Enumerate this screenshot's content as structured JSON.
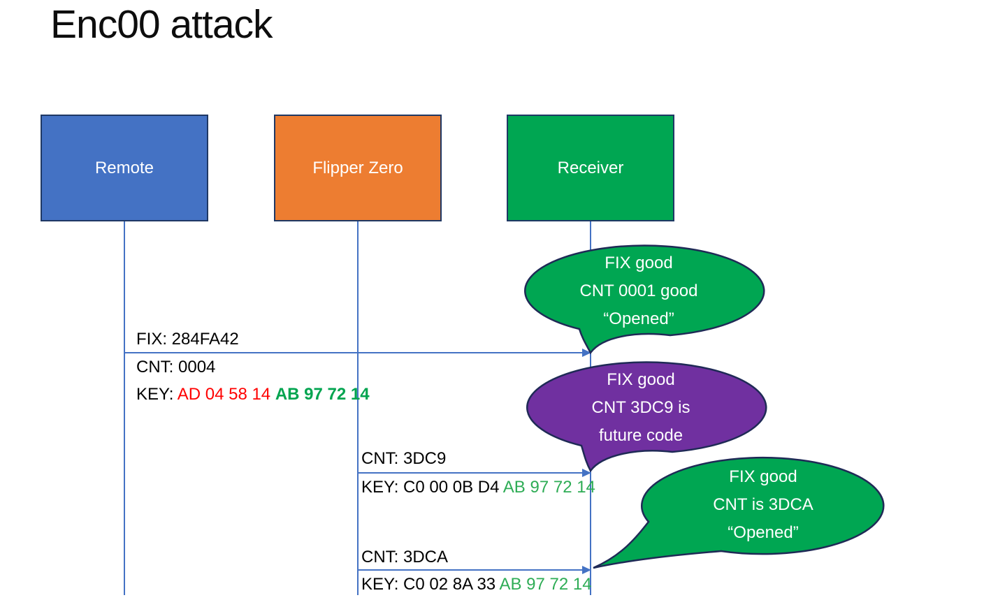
{
  "title": "Enc00 attack",
  "actors": [
    {
      "label": "Remote",
      "fill": "#4472C4"
    },
    {
      "label": "Flipper Zero",
      "fill": "#ED7D31"
    },
    {
      "label": "Receiver",
      "fill": "#00A652"
    }
  ],
  "messages": [
    {
      "fix": "FIX: 284FA42",
      "cnt": "CNT: 0004",
      "key_label": "KEY: ",
      "key_red": "AD 04 58 14 ",
      "key_green": "AB 97 72 14"
    },
    {
      "cnt": "CNT: 3DC9",
      "key_label": "KEY: C0 00 0B D4 ",
      "key_green": "AB 97 72 14"
    },
    {
      "cnt": "CNT: 3DCA",
      "key_label": "KEY: C0 02 8A 33 ",
      "key_green": "AB 97 72 14"
    }
  ],
  "bubbles": [
    {
      "lines": [
        "FIX good",
        "CNT 0001 good",
        "“Opened”"
      ],
      "fill": "#00A652"
    },
    {
      "lines": [
        "FIX good",
        "CNT 3DC9 is",
        "future code"
      ],
      "fill": "#7030A0"
    },
    {
      "lines": [
        "FIX good",
        "CNT is 3DCA",
        "“Opened”"
      ],
      "fill": "#00A652"
    }
  ],
  "colors": {
    "remote_blue": "#4472C4",
    "flipper_orange": "#ED7D31",
    "receiver_green": "#00A652",
    "bubble_purple": "#7030A0",
    "outline_navy": "#1F2A56",
    "arrow_blue": "#4472C4",
    "key_red": "#FF0000",
    "key_green_bold": "#00A44F",
    "key_green": "#2EAC55"
  }
}
